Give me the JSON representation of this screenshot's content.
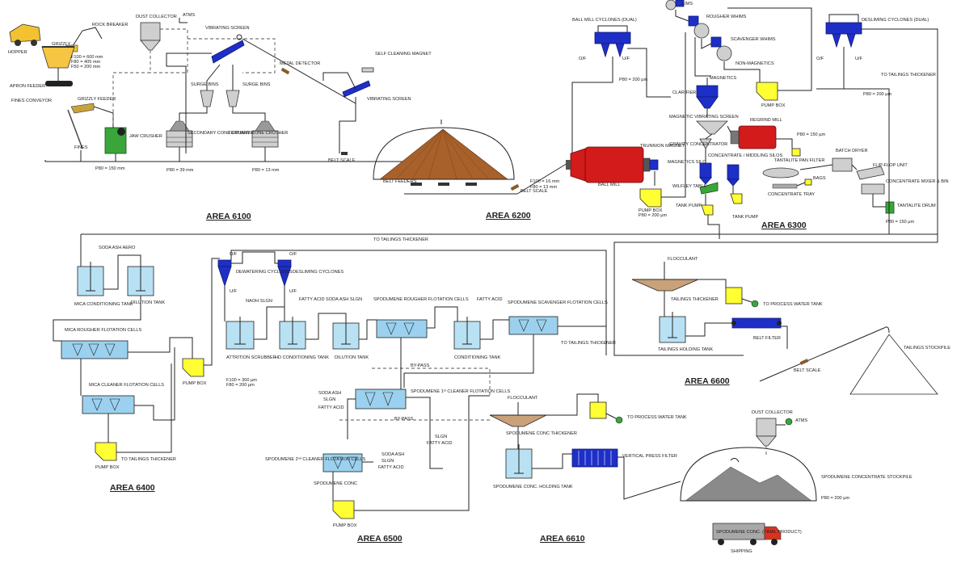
{
  "areas": {
    "a6100": "AREA 6100",
    "a6200": "AREA 6200",
    "a6300": "AREA 6300",
    "a6400": "AREA 6400",
    "a6500": "AREA 6500",
    "a6600": "AREA 6600",
    "a6610": "AREA 6610"
  },
  "labels": {
    "hopper": "HOPPER",
    "grizzly": "GRIZZLY",
    "rock_breaker": "ROCK BREAKER",
    "f100_1": "F100 = 600 mm",
    "f80_1": "F80 = 405 mm",
    "f50_1": "F50 = 200 mm",
    "apron_feeder": "APRON FEEDER",
    "grizzly_feeder": "GRIZZLY FEEDER",
    "fines_conveyor": "FINES CONVEYOR",
    "fines": "FINES",
    "jaw_crusher": "JAW CRUSHER",
    "p80_150mm": "P80 = 150 mm",
    "dust_collector_1": "DUST COLLECTOR",
    "atms_1": "ATMS",
    "vibrating_screen_1": "VIBRATING SCREEN",
    "surge_bins_1": "SURGE BINS",
    "surge_bins_2": "SURGE BINS",
    "secondary_cone": "SECONDARY CONE CRUSHER",
    "tertiary_cone": "TERTIARY CONE CRUSHER",
    "p80_39mm": "P80 = 39 mm",
    "p80_13mm": "P80 = 13 mm",
    "metal_detector": "METAL DETECTOR",
    "self_cleaning_magnet": "SELF CLEANING MAGNET",
    "vibrating_screen_2": "VIBRATING SCREEN",
    "belt_scale_1": "BELT SCALE",
    "belt_feeders": "BELT FEEDERS",
    "belt_scale_2": "BELT SCALE",
    "ball_mill_cyclones": "BALL MILL CYCLONES (DUAL)",
    "of_1": "O/F",
    "uf_1": "U/F",
    "p80_200um_1": "P80 = 200 µm",
    "f100_16mm": "F100 = 16 mm",
    "f80_13mm": "F80 = 13 mm",
    "ball_mill": "BALL MILL",
    "trunnion_magnet": "TRUNNION MAGNET",
    "pump_box_1": "PUMP BOX",
    "p80_200um_2": "P80 = 200 µm",
    "lims": "LIMS",
    "rougher_whims": "ROUGHER WHIMS",
    "scavenger_whims": "SCAVENGER WHIMS",
    "non_magnetics": "NON-MAGNETICS",
    "magnetics": "MAGNETICS",
    "clarifier": "CLARIFIER",
    "pump_box_2": "PUMP BOX",
    "desliming_cyclones_1": "DESLIMING CYCLONES (DUAL)",
    "of_2": "O/F",
    "uf_2": "U/F",
    "to_tailings_1": "TO TAILINGS THICKENER",
    "p80_200um_3": "P80 = 200 µm",
    "magnetic_vib_screen": "MAGNETIC VIBRATING SCREEN",
    "regrind_mill": "REGRIND MILL",
    "p80_150um_1": "P80 = 150 µm",
    "gravity_conc": "GRAVITY CONCENTRATOR",
    "conc_middling_silos": "CONCENTRATE / MIDDLING SILOS",
    "magnetics_silo": "MAGNETICS SILO",
    "tantalite_pan_filter": "TANTALITE PAN FILTER",
    "bags": "BAGS",
    "batch_dryer": "BATCH DRYER",
    "flip_flop": "FLIP-FLOP UNIT",
    "conc_mixer_bin": "CONCENTRATE MIXER & BIN",
    "wilfley_table": "WILFLEY TABLE",
    "concentrate_tray": "CONCENTRATE TRAY",
    "tank_pump_1": "TANK PUMP",
    "tank_pump_2": "TANK PUMP",
    "tantalite_drum": "TANTALITE DRUM",
    "p80_150um_2": "P80 = 150 µm",
    "to_tailings_main": "TO TAILINGS THICKENER",
    "soda_ash_aero": "SODA ASH AERO",
    "mica_cond_tank": "MICA CONDITIONING TANK",
    "dilution_tank_1": "DILUTION TANK",
    "mica_rougher": "MICA ROUGHER FLOTATION CELLS",
    "mica_cleaner": "MICA CLEANER FLOTATION CELLS",
    "pump_box_3": "PUMP BOX",
    "to_tailings_2": "TO TAILINGS THICKENER",
    "pump_box_4": "PUMP BOX",
    "dewatering_cyclones": "DEWATERING CYCLONES",
    "desliming_cyclones_2": "DESLIMING CYCLONES",
    "of_3": "O/F",
    "uf_3": "U/F",
    "of_4": "O/F",
    "uf_4": "U/F",
    "naoh_slgn": "NAOH SLGN",
    "fatty_acid_soda_slgn": "FATTY ACID SODA ASH SLGN",
    "attrition_scrubber": "ATTRITION SCRUBBER",
    "f100_300um": "F100 = 300 µm",
    "f80_200um": "F80 = 200 µm",
    "hd_cond_tank": "HD CONDITIONING TANK",
    "dilution_tank_2": "DILUTION TANK",
    "spod_rougher": "SPODUMENE ROUGHER FLOTATION CELLS",
    "fatty_acid_1": "FATTY ACID",
    "conditioning_tank": "CONDITIONING TANK",
    "spod_scavenger": "SPODUMENE SCAVENGER FLOTATION CELLS",
    "to_tailings_3": "TO TAILINGS THICKENER",
    "bypass_1": "BY-PASS",
    "bypass_2": "BY-PASS",
    "soda_ash_1": "SODA ASH",
    "slgn_1": "SLGN",
    "fatty_acid_2": "FATTY ACID",
    "spod_1st_cleaner": "SPODUMENE 1ˢᵗ CLEANER FLOTATION CELLS",
    "slgn_2": "SLGN",
    "fatty_acid_3": "FATTY ACID",
    "spod_2nd_cleaner": "SPODUMENE 2ⁿᵈ CLEANER FLOTATION CELLS",
    "spodumene_conc": "SPODUMENE CONC",
    "soda_ash_2": "SODA ASH",
    "slgn_3": "SLGN",
    "fatty_acid_4": "FATTY ACID",
    "pump_box_5": "PUMP BOX",
    "flocculant_1": "FLOCCULANT",
    "spod_conc_thickener": "SPODUMENE CONC THICKENER",
    "to_process_1": "TO PROCESS WATER TANK",
    "spod_conc_holding": "SPODUMENE CONC. HOLDING TANK",
    "vertical_press": "VERTICAL PRESS FILTER",
    "flocculant_2": "FLOCCULANT",
    "tailings_thickener": "TAILINGS THICKENER",
    "to_process_2": "TO PROCESS WATER TANK",
    "tailings_holding": "TAILINGS HOLDING TANK",
    "belt_filter": "BELT FILTER",
    "belt_scale_3": "BELT SCALE",
    "tailings_stockpile": "TAILINGS STOCKPILE",
    "dust_collector_2": "DUST COLLECTOR",
    "atms_2": "ATMS",
    "spod_conc_stockpile": "SPODUMENE CONCENTRATE STOCKPILE",
    "p80_200um_4": "P80 = 200 µm",
    "truck_label": "SPODUMENE CONC. (FINAL PRODUCT)",
    "shipping": "SHIPPING"
  },
  "colors": {
    "ball_mill": "#d31b1b",
    "cyclones": "#1e2fc8",
    "pump_box": "#ffff33",
    "tank_fluid": "#b9e1f4",
    "stockpile": "#a8612b",
    "crusher_green": "#3aa63a"
  }
}
